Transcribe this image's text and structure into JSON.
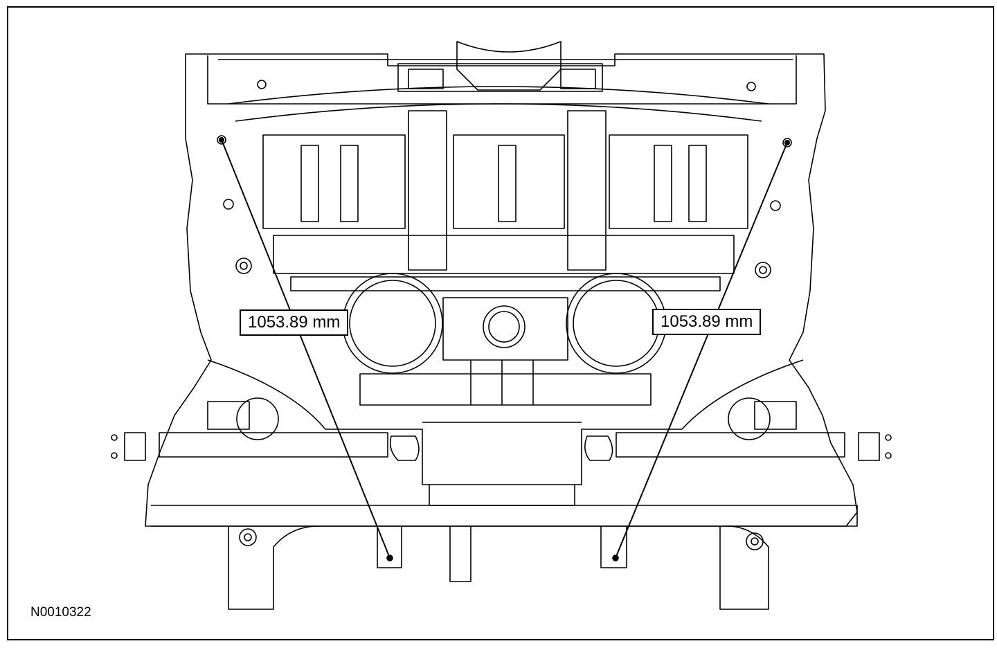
{
  "diagram": {
    "figure_id": "N0010322",
    "dimensions": [
      {
        "id": "left-diagonal",
        "label": "1053.89 mm"
      },
      {
        "id": "right-diagonal",
        "label": "1053.89 mm"
      }
    ],
    "colors": {
      "line": "#000000",
      "background": "#ffffff"
    }
  }
}
